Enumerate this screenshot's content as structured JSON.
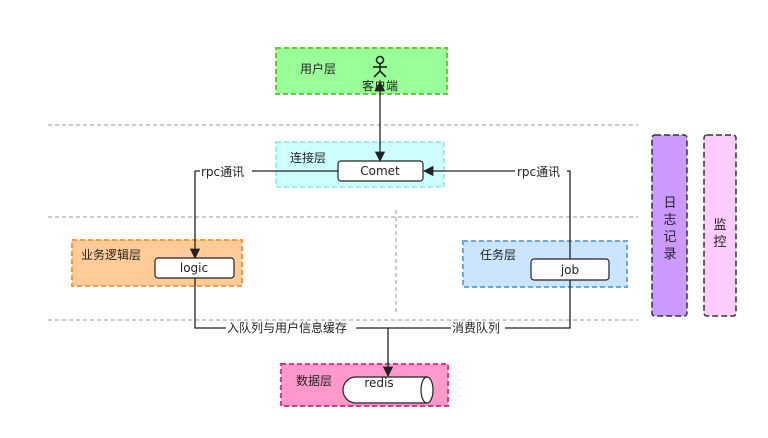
{
  "layers": {
    "user": {
      "label": "用户层",
      "actor": "客户端",
      "fill": "#99ff99",
      "stroke": "#66cc33"
    },
    "connection": {
      "label": "连接层",
      "node": "Comet",
      "fill": "#ccffff",
      "stroke": "#88e6e6"
    },
    "business": {
      "label": "业务逻辑层",
      "node": "logic",
      "fill": "#ffcc99",
      "stroke": "#ff9933"
    },
    "task": {
      "label": "任务层",
      "node": "job",
      "fill": "#cce5ff",
      "stroke": "#66aaee"
    },
    "data": {
      "label": "数据层",
      "node": "redis",
      "fill": "#ff99cc",
      "stroke": "#e6338a"
    }
  },
  "side_panels": [
    {
      "label": "日志记录",
      "fill": "#cc99ff",
      "stroke": "#333333"
    },
    {
      "label": "监控",
      "fill": "#ffccff",
      "stroke": "#333333"
    }
  ],
  "edges": {
    "rpc_left": "rpc通讯",
    "rpc_right": "rpc通讯",
    "enqueue": "入队列与用户信息缓存",
    "consume": "消费队列"
  },
  "colors": {
    "line": "#222222",
    "divider": "#888888"
  }
}
